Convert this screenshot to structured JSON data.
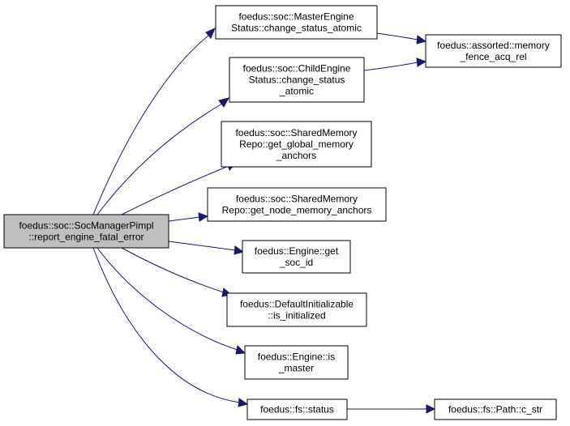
{
  "colors": {
    "root_fill": "#bfbfbf",
    "node_fill": "#ffffff",
    "edge": "#191970"
  },
  "nodes": [
    {
      "id": "root",
      "lines": [
        "foedus::soc::SocManagerPimpl",
        "::report_engine_fatal_error"
      ],
      "root": true
    },
    {
      "id": "master",
      "lines": [
        "foedus::soc::MasterEngine",
        "Status::change_status_atomic"
      ]
    },
    {
      "id": "child",
      "lines": [
        "foedus::soc::ChildEngine",
        "Status::change_status",
        "_atomic"
      ]
    },
    {
      "id": "fence",
      "lines": [
        "foedus::assorted::memory",
        "_fence_acq_rel"
      ]
    },
    {
      "id": "global",
      "lines": [
        "foedus::soc::SharedMemory",
        "Repo::get_global_memory",
        "_anchors"
      ]
    },
    {
      "id": "node_mem",
      "lines": [
        "foedus::soc::SharedMemory",
        "Repo::get_node_memory_anchors"
      ]
    },
    {
      "id": "soc_id",
      "lines": [
        "foedus::Engine::get",
        "_soc_id"
      ]
    },
    {
      "id": "is_init",
      "lines": [
        "foedus::DefaultInitializable",
        "::is_initialized"
      ]
    },
    {
      "id": "is_master",
      "lines": [
        "foedus::Engine::is",
        "_master"
      ]
    },
    {
      "id": "status",
      "lines": [
        "foedus::fs::status"
      ]
    },
    {
      "id": "c_str",
      "lines": [
        "foedus::fs::Path::c_str"
      ]
    }
  ],
  "edges": [
    {
      "from": "root",
      "to": "master"
    },
    {
      "from": "root",
      "to": "child"
    },
    {
      "from": "root",
      "to": "global"
    },
    {
      "from": "root",
      "to": "node_mem"
    },
    {
      "from": "root",
      "to": "soc_id"
    },
    {
      "from": "root",
      "to": "is_init"
    },
    {
      "from": "root",
      "to": "is_master"
    },
    {
      "from": "root",
      "to": "status"
    },
    {
      "from": "master",
      "to": "fence"
    },
    {
      "from": "child",
      "to": "fence"
    },
    {
      "from": "status",
      "to": "c_str"
    }
  ]
}
